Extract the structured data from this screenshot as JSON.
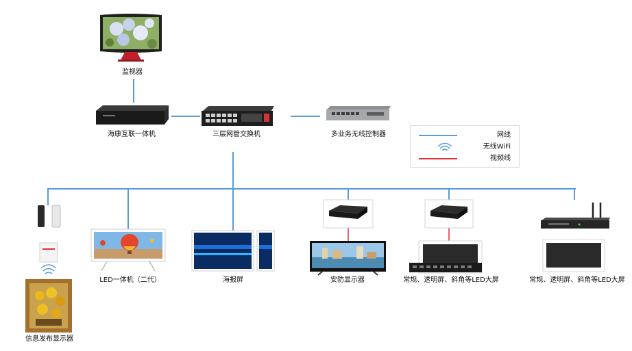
{
  "nodes": {
    "monitor": "监视器",
    "nvr": "海康互联一体机",
    "switch": "三层网管交换机",
    "wireless_controller": "多业务无线控制器",
    "info_display": "信息发布显示器",
    "led_all_in_one": "LED一体机（二代）",
    "poster_screen": "海报屏",
    "security_display": "安防显示器",
    "led_wall_1": "常规、透明屏、斜角等LED大屏",
    "led_wall_2": "常规、透明屏、斜角等LED大屏"
  },
  "legend": {
    "network_line": "网线",
    "wireless_wifi": "无线WiFi",
    "video_line": "视频线"
  },
  "colors": {
    "network_line": "#5b9bd5",
    "video_line": "#e0303a",
    "wifi": "#5b9bd5",
    "device_dark": "#1c1c1c"
  }
}
